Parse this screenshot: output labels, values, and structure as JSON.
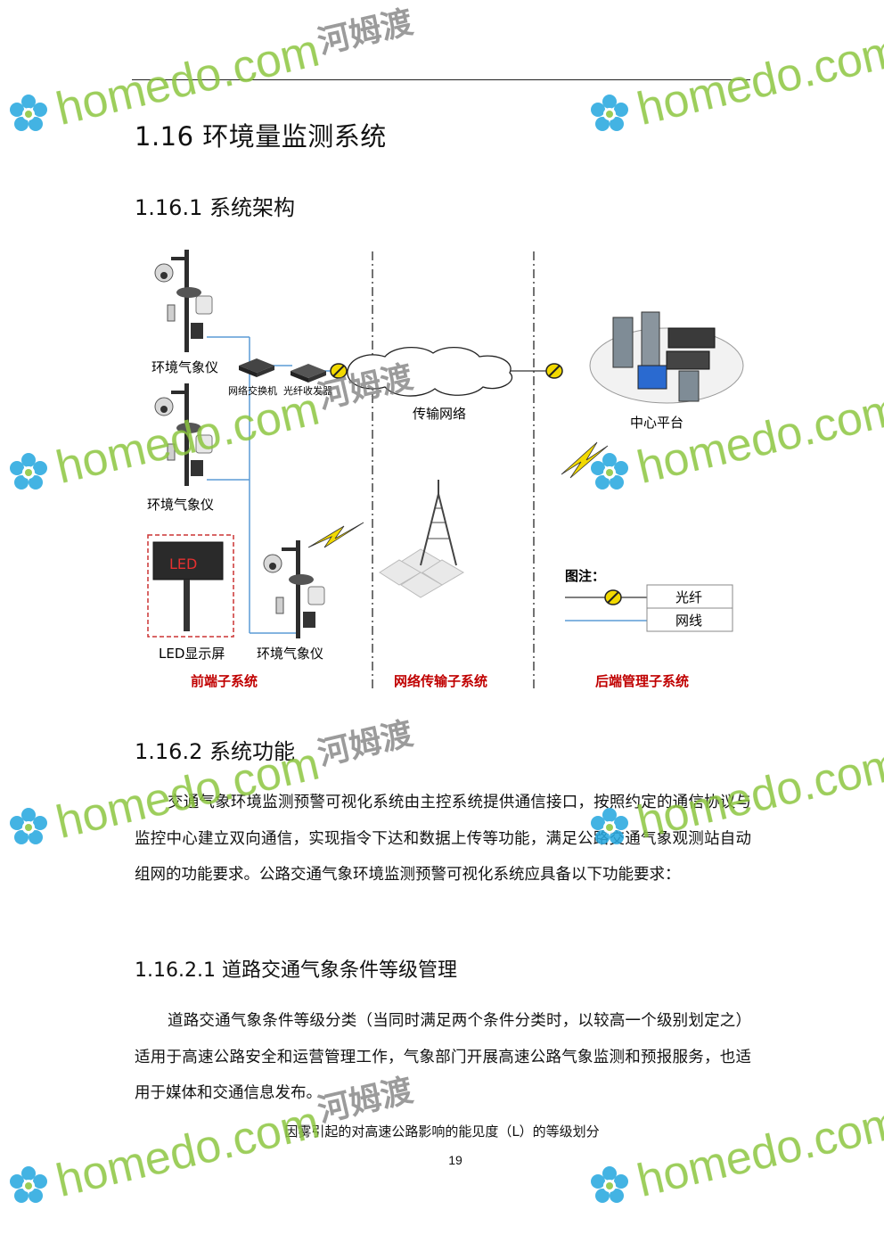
{
  "header": {
    "rule": true
  },
  "headings": {
    "h1": "1.16 环境量监测系统",
    "h2_arch": "1.16.1 系统架构",
    "h2_func": "1.16.2 系统功能",
    "h3_grade": "1.16.2.1 道路交通气象条件等级管理"
  },
  "diagram": {
    "labels": {
      "station1": "环境气象仪",
      "station2": "环境气象仪",
      "station3": "环境气象仪",
      "switch": "网络交换机",
      "transceiver": "光纤收发器",
      "network": "传输网络",
      "center": "中心平台",
      "led_screen": "LED显示屏",
      "led_text": "LED"
    },
    "sections": {
      "front": "前端子系统",
      "transport": "网络传输子系统",
      "back": "后端管理子系统"
    },
    "legend": {
      "title": "图注：",
      "fiber": "光纤",
      "cable": "网线"
    }
  },
  "paragraphs": {
    "function_intro": "交通气象环境监测预警可视化系统由主控系统提供通信接口，按照约定的通信协议与监控中心建立双向通信，实现指令下达和数据上传等功能，满足公路交通气象观测站自动组网的功能要求。公路交通气象环境监测预警可视化系统应具备以下功能要求：",
    "grade_intro": "道路交通气象条件等级分类（当同时满足两个条件分类时，以较高一个级别划定之）适用于高速公路安全和运营管理工作，气象部门开展高速公路气象监测和预报服务，也适用于媒体和交通信息发布。"
  },
  "caption": "因雾引起的对高速公路影响的能见度（L）的等级划分",
  "page_number": "19",
  "watermark": {
    "site": "homedo.com",
    "brand": "河姆渡",
    "green": "#8cc63f",
    "blue": "#29a9e0"
  },
  "colors": {
    "section_label": "#c00000",
    "link_line": "#5b9bd5",
    "led_border": "#cc3333"
  }
}
